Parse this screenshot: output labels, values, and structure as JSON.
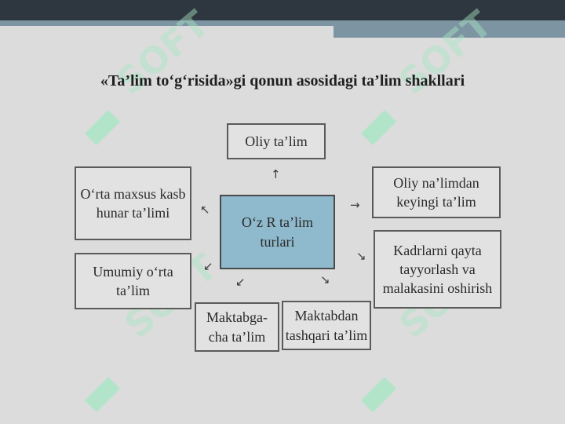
{
  "title": "«Ta’lim to‘g‘risida»gi qonun asosidagi ta’lim shakllari",
  "center": "O‘z R ta’lim\nturlari",
  "nodes": {
    "oliy": "Oliy ta’lim",
    "orta_maxsus": "O‘rta maxsus kasb\nhunar ta’limi",
    "umumiy": "Umumiy o‘rta\nta’lim",
    "maktabgacha": "Maktabga-\ncha ta’lim",
    "maktabdan": "Maktabdan\ntashqari ta’lim",
    "oliy_keyingi": "Oliy na’limdan\nkeyingi ta’lim",
    "kadrlar": "Kadrlarni qayta\ntayyorlash va\nmalakasini oshirish"
  },
  "watermark": {
    "text": "SOFT",
    "color": "#a8e6c4"
  }
}
